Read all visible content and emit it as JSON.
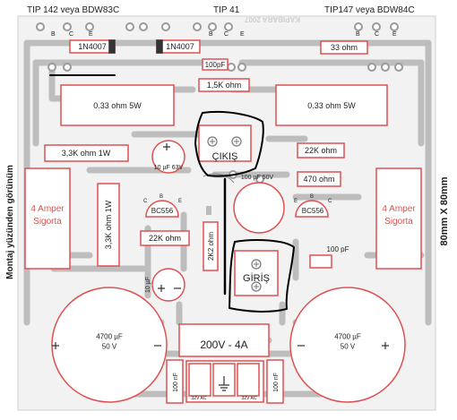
{
  "transistors": {
    "left": "TIP 142 veya BDW83C",
    "center": "TIP 41",
    "right": "TIP147 veya BDW84C"
  },
  "pins": {
    "b": "B",
    "c": "C",
    "e": "E"
  },
  "watermark": "KAPIBARA 2007",
  "components": {
    "diode1": "1N4007",
    "diode2": "1N4007",
    "r_33": "33 ohm",
    "c_100pf_top": "100pF",
    "r_1k5": "1,5K ohm",
    "r_033_left": "0.33 ohm 5W",
    "r_033_right": "0.33 ohm 5W",
    "r_33k_1w_h": "3,3K ohm 1W",
    "c_10uf_63v": "10 µF 63V",
    "output": "ÇIKIŞ",
    "r_22k_right": "22K ohm",
    "c_100uf_50v": "100 µF 50V",
    "r_470": "470 ohm",
    "bc556_left": "BC556",
    "bc556_right": "BC556",
    "r_33k_1w_v": "3,3K ohm 1W",
    "r_22k_mid": "22K ohm",
    "r_2k2": "2K2 ohm",
    "c_100pf_right": "100 pF",
    "input": "GİRİŞ",
    "c_10uf_left": "10 µF",
    "fuse_left": "4 Amper Sigorta",
    "fuse_right": "4 Amper Sigorta",
    "cap_big_left": "4700 µF\n50 V",
    "cap_big_right": "4700 µF\n50 V",
    "supply": "200V - 4A",
    "c_100nf_left": "100 nF",
    "c_100nf_right": "100 nF",
    "ac_left": "32V AC",
    "ac_right": "32V AC"
  },
  "side_left": "Montaj yüzünden görünüm",
  "side_right": "80mm X 80mm",
  "colors": {
    "outline": "#e05050",
    "track": "#bdbdbd",
    "pad": "#999999",
    "text": "#222222",
    "marker": "#000000"
  }
}
